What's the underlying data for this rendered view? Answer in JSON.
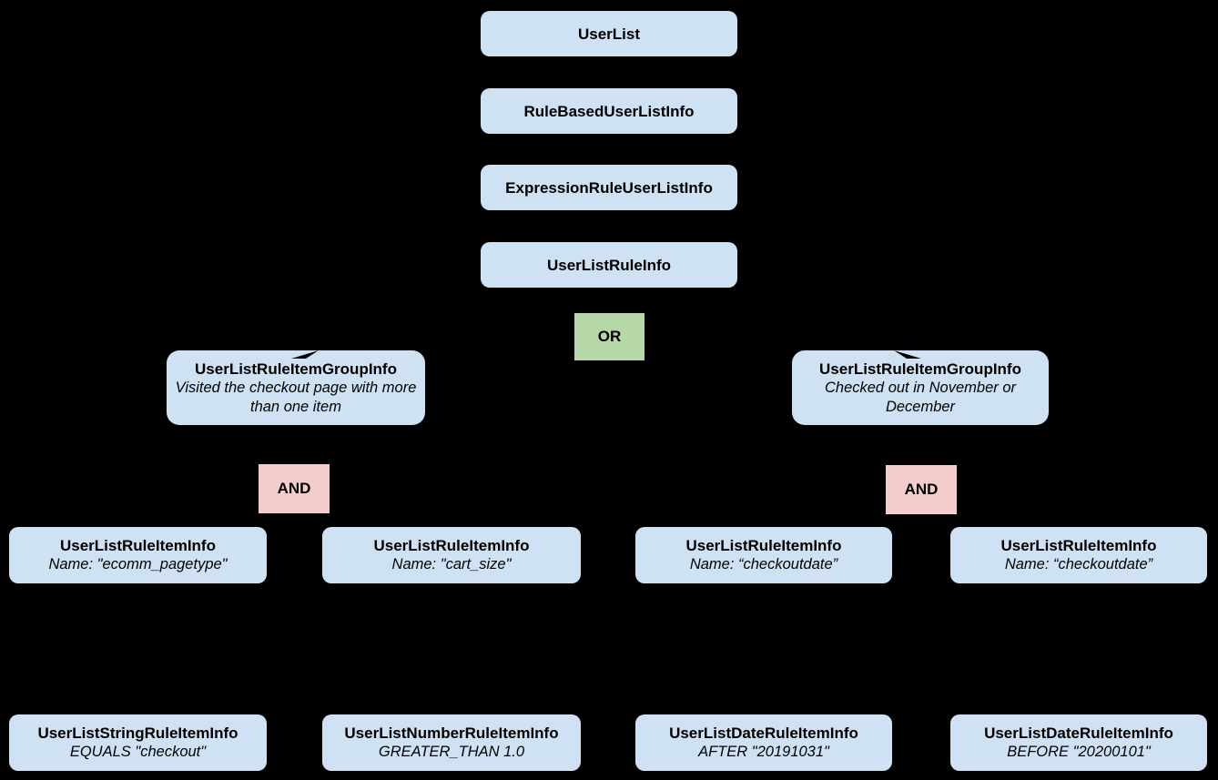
{
  "colors": {
    "background": "#000000",
    "class_box_fill": "#cfe2f3",
    "or_box_fill": "#b6d7a8",
    "and_box_fill": "#f4cccc",
    "text": "#000000"
  },
  "diagram": {
    "root_chain": [
      {
        "label": "UserList"
      },
      {
        "label": "RuleBasedUserListInfo"
      },
      {
        "label": "ExpressionRuleUserListInfo"
      },
      {
        "label": "UserListRuleInfo"
      }
    ],
    "or_operator": {
      "label": "OR"
    },
    "groups": [
      {
        "title": "UserListRuleItemGroupInfo",
        "description": "Visited the checkout page with more than one item",
        "operator": "AND",
        "items": [
          {
            "title": "UserListRuleItemInfo",
            "detail": "Name: \"ecomm_pagetype\"",
            "child": {
              "title": "UserListStringRuleItemInfo",
              "detail": "EQUALS \"checkout\""
            }
          },
          {
            "title": "UserListRuleItemInfo",
            "detail": "Name: \"cart_size\"",
            "child": {
              "title": "UserListNumberRuleItemInfo",
              "detail": "GREATER_THAN 1.0"
            }
          }
        ]
      },
      {
        "title": "UserListRuleItemGroupInfo",
        "description": "Checked out in November or December",
        "operator": "AND",
        "items": [
          {
            "title": "UserListRuleItemInfo",
            "detail": "Name: “checkoutdate”",
            "child": {
              "title": "UserListDateRuleItemInfo",
              "detail": "AFTER \"20191031\""
            }
          },
          {
            "title": "UserListRuleItemInfo",
            "detail": "Name: “checkoutdate”",
            "child": {
              "title": "UserListDateRuleItemInfo",
              "detail": "BEFORE \"20200101\""
            }
          }
        ]
      }
    ]
  }
}
